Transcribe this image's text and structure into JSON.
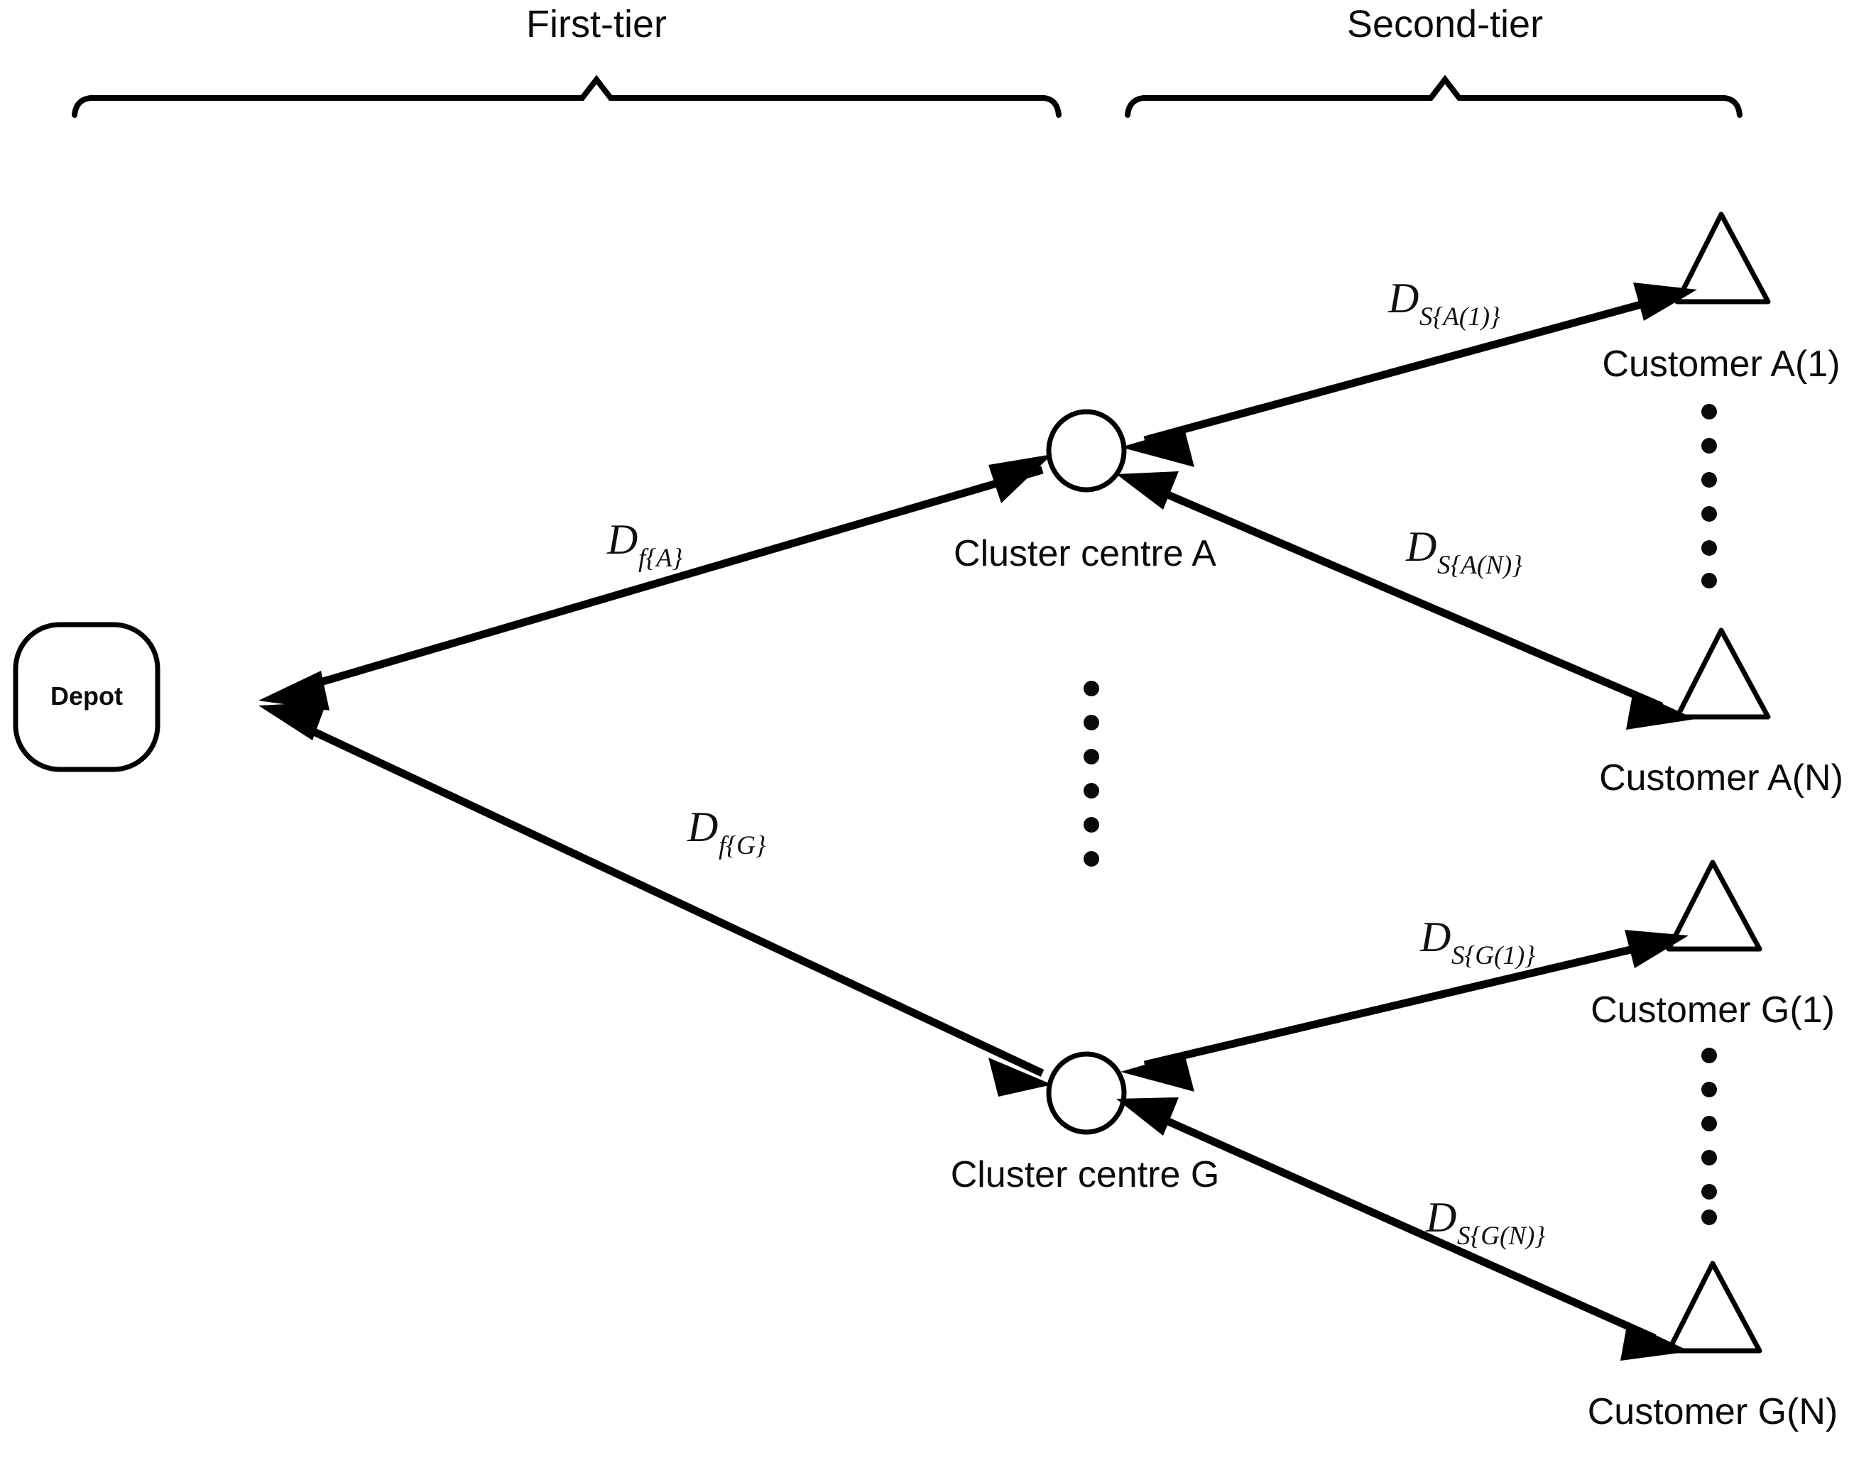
{
  "diagram": {
    "title_tiers": [
      {
        "id": "first-tier",
        "label": "First-tier"
      },
      {
        "id": "second-tier",
        "label": "Second-tier"
      }
    ],
    "depot": {
      "label": "Depot"
    },
    "cluster_centres": [
      {
        "id": "A",
        "label": "Cluster centre A"
      },
      {
        "id": "G",
        "label": "Cluster centre G"
      }
    ],
    "customers": [
      {
        "id": "A1",
        "label": "Customer A(1)"
      },
      {
        "id": "AN",
        "label": "Customer A(N)"
      },
      {
        "id": "G1",
        "label": "Customer G(1)"
      },
      {
        "id": "GN",
        "label": "Customer G(N)"
      }
    ],
    "edge_labels": [
      {
        "id": "d-f-A",
        "base": "D",
        "sub": "f{A}"
      },
      {
        "id": "d-f-G",
        "base": "D",
        "sub": "f{G}"
      },
      {
        "id": "d-s-A1",
        "base": "D",
        "sub": "S{A(1)}"
      },
      {
        "id": "d-s-AN",
        "base": "D",
        "sub": "S{A(N)}"
      },
      {
        "id": "d-s-G1",
        "base": "D",
        "sub": "S{G(1)}"
      },
      {
        "id": "d-s-GN",
        "base": "D",
        "sub": "S{G(N)}"
      }
    ],
    "colors": {
      "stroke": "#000000",
      "background": "#ffffff",
      "text": "#0b0b0b"
    },
    "icons": {
      "customer": "triangle-icon",
      "cluster_centre": "circle-icon",
      "depot": "rounded-rectangle-icon",
      "ellipsis": "vertical-ellipsis-icon",
      "brace": "curly-brace-icon"
    }
  }
}
